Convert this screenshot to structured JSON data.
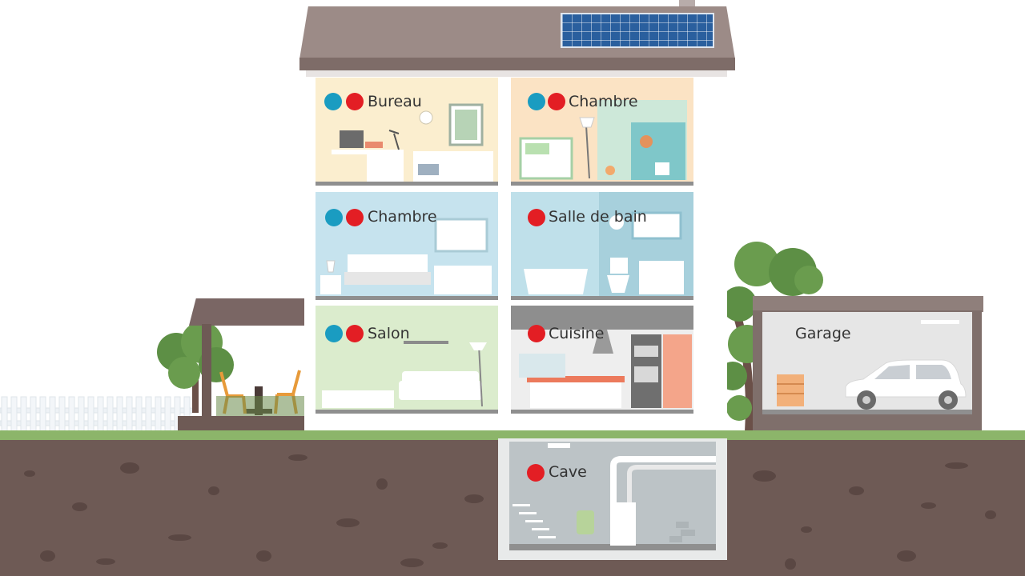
{
  "legend_colors": {
    "heating": "#e31e24",
    "cooling": "#1a9cc1"
  },
  "rooms": [
    {
      "id": "bureau",
      "label": "Bureau",
      "dots": [
        "blue",
        "red"
      ],
      "bg": "#fbeecf"
    },
    {
      "id": "chambre-top",
      "label": "Chambre",
      "dots": [
        "blue",
        "red"
      ],
      "bg": "#fbe3c4"
    },
    {
      "id": "chambre-mid",
      "label": "Chambre",
      "dots": [
        "blue",
        "red"
      ],
      "bg": "#c6e3ee"
    },
    {
      "id": "salle-de-bain",
      "label": "Salle de bain",
      "dots": [
        "red"
      ],
      "bg": "#bfe0ea"
    },
    {
      "id": "salon",
      "label": "Salon",
      "dots": [
        "blue",
        "red"
      ],
      "bg": "#dbeccd"
    },
    {
      "id": "cuisine",
      "label": "Cuisine",
      "dots": [
        "red"
      ],
      "bg": "#eeeeee"
    },
    {
      "id": "cave",
      "label": "Cave",
      "dots": [
        "red"
      ],
      "bg": "#bcc3c6"
    },
    {
      "id": "garage",
      "label": "Garage",
      "dots": [],
      "bg": "#e6e6e6"
    }
  ]
}
